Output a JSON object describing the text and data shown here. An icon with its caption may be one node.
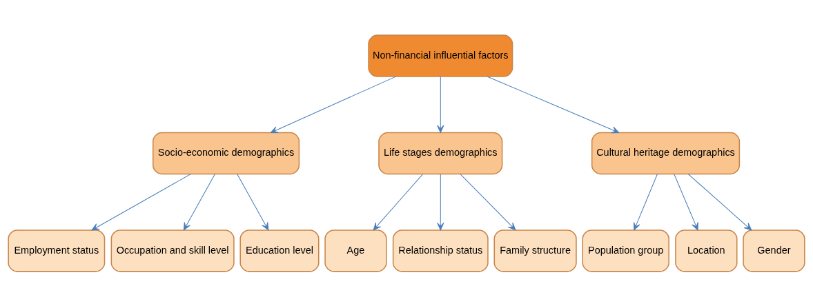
{
  "diagram": {
    "nodes": [
      {
        "text": [
          "Non-financial influential factors"
        ]
      },
      {
        "text": [
          "Socio-economic demographics"
        ]
      },
      {
        "text": [
          "Life stages demographics"
        ]
      },
      {
        "text": [
          "Cultural heritage demographics"
        ]
      },
      {
        "text": [
          "Employment status"
        ]
      },
      {
        "text": [
          "Occupation and skill level"
        ]
      },
      {
        "text": [
          "Education level"
        ]
      },
      {
        "text": [
          "Age"
        ]
      },
      {
        "text": [
          "Relationship status"
        ]
      },
      {
        "text": [
          "Family structure"
        ]
      },
      {
        "text": [
          "Population group"
        ]
      },
      {
        "text": [
          "Location"
        ]
      },
      {
        "text": [
          "Gender"
        ]
      }
    ],
    "edges": [
      {
        "from": 0,
        "to": 1,
        "arrow": "to"
      },
      {
        "from": 0,
        "to": 2,
        "arrow": "to"
      },
      {
        "from": 0,
        "to": 3,
        "arrow": "to"
      },
      {
        "from": 1,
        "to": 4,
        "arrow": "to"
      },
      {
        "from": 1,
        "to": 5,
        "arrow": "to"
      },
      {
        "from": 1,
        "to": 6,
        "arrow": "to"
      },
      {
        "from": 2,
        "to": 7,
        "arrow": "to"
      },
      {
        "from": 2,
        "to": 8,
        "arrow": "to"
      },
      {
        "from": 2,
        "to": 9,
        "arrow": "to"
      },
      {
        "from": 3,
        "to": 10,
        "arrow": "to"
      },
      {
        "from": 3,
        "to": 11,
        "arrow": "to"
      },
      {
        "from": 3,
        "to": 12,
        "arrow": "to"
      }
    ]
  }
}
